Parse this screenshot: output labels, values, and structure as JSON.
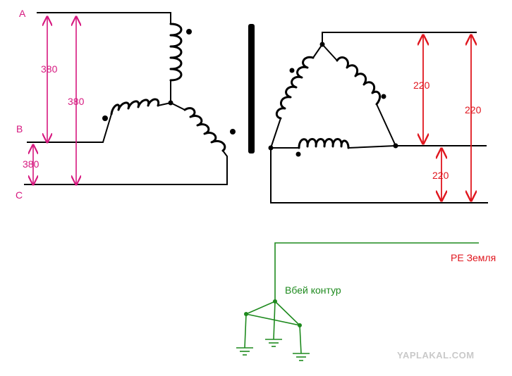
{
  "primary": {
    "phase_a": "A",
    "phase_b": "B",
    "phase_c": "C",
    "voltage_ab": "380",
    "voltage_ac": "380",
    "voltage_bc": "380"
  },
  "secondary": {
    "voltage_top_short": "220",
    "voltage_top_long": "220",
    "voltage_bottom": "220"
  },
  "grounding": {
    "pe_label": "PE Земля",
    "contour_label": "Вбей контур"
  },
  "watermark": "YAPLAKAL.COM",
  "colors": {
    "primary_labels": "#d6187f",
    "secondary_labels": "#e0161e",
    "ground": "#1e8a1e",
    "wires": "#000000"
  }
}
